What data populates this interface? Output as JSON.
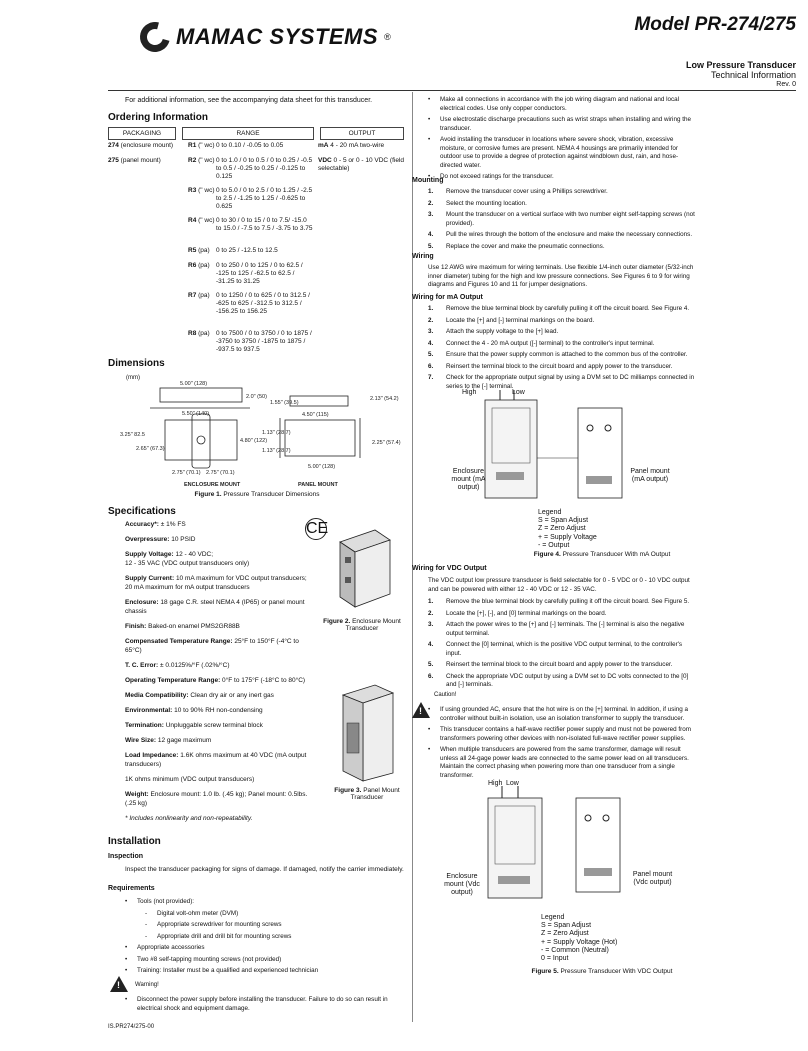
{
  "header": {
    "brand": "MAMAC SYSTEMS",
    "brand_reg": "®",
    "model": "Model PR-274/275",
    "doc_title": "Low Pressure Transducer",
    "doc_subtitle": "Technical Information",
    "rev": "Rev. 0"
  },
  "intro": "For additional information, see the accompanying data sheet for this transducer.",
  "ordering": {
    "title": "Ordering Information",
    "headers": [
      "PACKAGING",
      "RANGE",
      "OUTPUT"
    ],
    "pack1_code": "274",
    "pack1_label": "(enclosure mount)",
    "pack2_code": "275",
    "pack2_label": "(panel mount)",
    "out1_code": "mA",
    "out1_label": "4 - 20 mA two-wire",
    "out2_code": "VDC",
    "out2_label": "0 - 5 or 0 - 10 VDC (field selectable)",
    "ranges": [
      {
        "code": "R1",
        "unit": "(\" wc)",
        "text": "0 to 0.10 / -0.05 to 0.05"
      },
      {
        "code": "R2",
        "unit": "(\" wc)",
        "text": "0 to 1.0 / 0 to 0.5 / 0 to 0.25 / -0.5 to 0.5 / -0.25 to 0.25 / -0.125 to 0.125"
      },
      {
        "code": "R3",
        "unit": "(\" wc)",
        "text": "0 to 5.0 / 0 to 2.5 / 0 to 1.25 / -2.5 to 2.5 / -1.25 to 1.25 / -0.625 to 0.625"
      },
      {
        "code": "R4",
        "unit": "(\" wc)",
        "text": "0 to 30 / 0 to 15 / 0 to 7.5/ -15.0 to 15.0 / -7.5 to 7.5 / -3.75 to 3.75"
      },
      {
        "code": "R5",
        "unit": "(pa)",
        "text": "0 to 25 / -12.5 to 12.5"
      },
      {
        "code": "R6",
        "unit": "(pa)",
        "text": "0 to 250 / 0 to 125 / 0 to 62.5 / -125 to 125 / -62.5 to 62.5 / -31.25 to 31.25"
      },
      {
        "code": "R7",
        "unit": "(pa)",
        "text": "0 to 1250 / 0 to 625 / 0 to 312.5 / -625 to 625 / -312.5 to 312.5 / -156.25 to 156.25"
      },
      {
        "code": "R8",
        "unit": "(pa)",
        "text": "0 to 7500 / 0 to 3750 / 0 to 1875 / -3750 to 3750 / -1875 to 1875 / -937.5 to 937.5"
      }
    ]
  },
  "dimensions": {
    "title": "Dimensions",
    "unit": "(mm)",
    "labels": [
      "5.00\" (128)",
      "2.0\" (50)",
      "5.50\" (140)",
      "1.55\" (39.5)",
      "4.50\" (115)",
      "2.13\" (54.2)",
      "3.25\" 82.5",
      "2.65\" (67.3)",
      "4.80\" (122)",
      "1.13\" (28.7)",
      "1.13\" (28.7)",
      "2.25\" (57.4)",
      "2.75\" (70.1)",
      "2.75\" (70.1)",
      "5.00\" (128)"
    ],
    "enclosure_label": "ENCLOSURE MOUNT",
    "panel_label": "PANEL MOUNT",
    "fig_num": "Figure 1.",
    "fig_text": "Pressure Transducer Dimensions"
  },
  "specs": {
    "title": "Specifications",
    "items": [
      {
        "k": "Accuracy*:",
        "v": "± 1% FS"
      },
      {
        "k": "Overpressure:",
        "v": "10 PSID"
      },
      {
        "k": "Supply Voltage:",
        "v": "12 - 40 VDC;"
      },
      {
        "k": "",
        "v": "12 - 35 VAC (VDC output transducers only)"
      },
      {
        "k": "Supply Current:",
        "v": "10 mA maximum for VDC output transducers; 20 mA maximum for mA output transducers"
      },
      {
        "k": "Enclosure:",
        "v": "18 gage C.R. steel NEMA 4 (IP65) or panel mount chassis"
      },
      {
        "k": "Finish:",
        "v": "Baked-on enamel PMS2GR88B"
      },
      {
        "k": "Compensated Temperature Range:",
        "v": "25°F to 150°F (-4°C to 65°C)"
      },
      {
        "k": "T. C. Error:",
        "v": "± 0.0125%/°F (.02%/°C)"
      },
      {
        "k": "Operating Temperature Range:",
        "v": "0°F to 175°F (-18°C to 80°C)"
      },
      {
        "k": "Media Compatibility:",
        "v": "Clean dry air or any inert gas"
      },
      {
        "k": "Environmental:",
        "v": "10 to 90% RH non-condensing"
      },
      {
        "k": "Termination:",
        "v": "Unpluggable screw terminal block"
      },
      {
        "k": "Wire Size:",
        "v": "12 gage maximum"
      },
      {
        "k": "Load Impedance:",
        "v": "1.6K ohms maximum at 40 VDC (mA output transducers)"
      },
      {
        "k": "",
        "v": "1K ohms minimum (VDC output transducers)"
      },
      {
        "k": "Weight:",
        "v": "Enclosure mount: 1.0 lb. (.45 kg); Panel mount: 0.5lbs. (.25 kg)"
      }
    ],
    "footnote": "* Includes nonlinearity and non-repeatability.",
    "fig2_num": "Figure 2.",
    "fig2_text": "Enclosure Mount Transducer",
    "fig3_num": "Figure 3.",
    "fig3_text": "Panel Mount Transducer",
    "ce": "CE"
  },
  "installation": {
    "title": "Installation",
    "inspection_h": "Inspection",
    "inspection": "Inspect the transducer packaging for signs of damage. If damaged, notify the carrier immediately.",
    "requirements_h": "Requirements",
    "req": [
      "Tools (not provided):",
      "Appropriate accessories",
      "Two #8 self-tapping mounting screws (not provided)",
      "Training: Installer must be a qualified and experienced technician"
    ],
    "tools": [
      "Digital volt-ohm meter (DVM)",
      "Appropriate screwdriver for mounting screws",
      "Appropriate drill and drill bit for mounting screws"
    ],
    "warning_h": "Warning!",
    "warning": "Disconnect the power supply before installing the transducer. Failure to do so can result in electrical shock and equipment damage."
  },
  "footer_code": "IS.PR274/275-00",
  "right": {
    "bullets": [
      "Make all connections in accordance with the job wiring diagram and national and local electrical codes. Use only copper conductors.",
      "Use electrostatic discharge precautions such as wrist straps when installing and wiring the transducer.",
      "Avoid installing the transducer in locations where severe shock, vibration, excessive moisture, or corrosive fumes are present. NEMA 4 housings are primarily intended for outdoor use to provide a degree of protection against windblown dust, rain, and hose-directed water.",
      "Do not exceed ratings for the transducer."
    ],
    "mounting_h": "Mounting",
    "mounting": [
      "Remove the transducer cover using a Phillips screwdriver.",
      "Select the mounting location.",
      "Mount the transducer on a vertical surface with two number eight self-tapping screws (not provided).",
      "Pull the wires through the bottom of the enclosure and make the necessary connections.",
      "Replace the cover and make the pneumatic connections."
    ],
    "wiring_h": "Wiring",
    "wiring": "Use 12 AWG wire maximum for wiring terminals. Use flexible 1/4-inch outer diameter (5/32-inch inner diameter) tubing for the high and low pressure connections. See Figures 6 to 9 for wiring diagrams and Figures 10 and 11 for jumper designations.",
    "ma_h": "Wiring for mA Output",
    "ma_steps": [
      "Remove the blue terminal block by carefully pulling it off the circuit board. See Figure 4.",
      "Locate the [+] and [-] terminal markings on the board.",
      "Attach the supply voltage to the [+] lead.",
      "Connect the 4 - 20 mA output ([-] terminal) to the controller's input terminal.",
      "Ensure that the power supply common is attached to the common bus of the controller.",
      "Reinsert the terminal block to the circuit board and apply power to the transducer.",
      "Check for the appropriate output signal by using a DVM set to DC milliamps connected in series to the [-] terminal."
    ],
    "fig4": {
      "high": "High",
      "low": "Low",
      "enclosure": "Enclosure mount (mA output)",
      "panel": "Panel mount (mA output)",
      "legend_h": "Legend",
      "legend": [
        "S = Span Adjust",
        "Z = Zero Adjust",
        "+ = Supply Voltage",
        "- = Output"
      ],
      "num": "Figure 4.",
      "text": "Pressure Transducer With mA Output"
    },
    "vdc_h": "Wiring for VDC Output",
    "vdc_intro": "The VDC output low pressure transducer is field selectable for 0 - 5 VDC or 0 - 10 VDC output and can be powered with either 12 - 40 VDC or 12 - 35 VAC.",
    "vdc_steps": [
      "Remove the blue terminal block by carefully pulling it off the circuit board. See Figure 5.",
      "Locate the [+], [-], and [0] terminal markings on the board.",
      "Attach the power wires to the [+] and [-] terminals. The [-] terminal is also the negative output terminal.",
      "Connect the [0] terminal, which is the positive VDC output terminal, to the controller's input.",
      "Reinsert the terminal block to the circuit board and apply power to the transducer.",
      "Check the appropriate VDC output by using a DVM set to DC volts connected to the [0] and [-] terminals."
    ],
    "caution_h": "Caution!",
    "caution": [
      "If using grounded AC, ensure that the hot wire is on the [+] terminal. In addition, if using a controller without built-in isolation, use an isolation transformer to supply the transducer.",
      "This transducer contains a half-wave rectifier power supply and must not be powered from transformers powering other devices with non-isolated full-wave rectifier power supplies.",
      "When multiple transducers are powered from the same transformer, damage will result unless all 24-gage power leads are connected to the same power lead on all transducers. Maintain the correct phasing when powering more than one transducer from a single transformer."
    ],
    "fig5": {
      "high": "High",
      "low": "Low",
      "enclosure": "Enclosure mount (Vdc output)",
      "panel": "Panel mount (Vdc output)",
      "legend_h": "Legend",
      "legend": [
        "S = Span Adjust",
        "Z = Zero Adjust",
        "+ = Supply Voltage (Hot)",
        "- = Common (Neutral)",
        "0 = Input"
      ],
      "num": "Figure 5.",
      "text": "Pressure Transducer With VDC Output"
    }
  }
}
